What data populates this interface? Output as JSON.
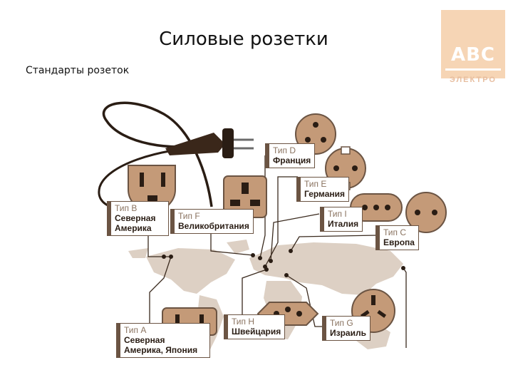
{
  "title": "Силовые розетки",
  "subtitle": "Стандарты розеток",
  "logo": {
    "main": "ABC",
    "sub": "ЭЛЕКТРО"
  },
  "colors": {
    "socket_fill": "#c49a78",
    "socket_dark": "#3a271a",
    "map": "#ddd0c4",
    "line": "#3a2a1e"
  },
  "sockets": [
    {
      "id": "D",
      "type": "Тип D",
      "country": "Франция"
    },
    {
      "id": "E",
      "type": "Тип E",
      "country": "Германия"
    },
    {
      "id": "B",
      "type": "Тип B",
      "country": "Северная Америка"
    },
    {
      "id": "F",
      "type": "Тип F",
      "country": "Великобритания"
    },
    {
      "id": "I",
      "type": "Тип I",
      "country": "Италия"
    },
    {
      "id": "C",
      "type": "Тип C",
      "country": "Европа"
    },
    {
      "id": "A",
      "type": "Тип A",
      "country": "Северная Америка, Япония"
    },
    {
      "id": "H",
      "type": "Тип H",
      "country": "Швейцария"
    },
    {
      "id": "G",
      "type": "Тип G",
      "country": "Израиль"
    }
  ]
}
